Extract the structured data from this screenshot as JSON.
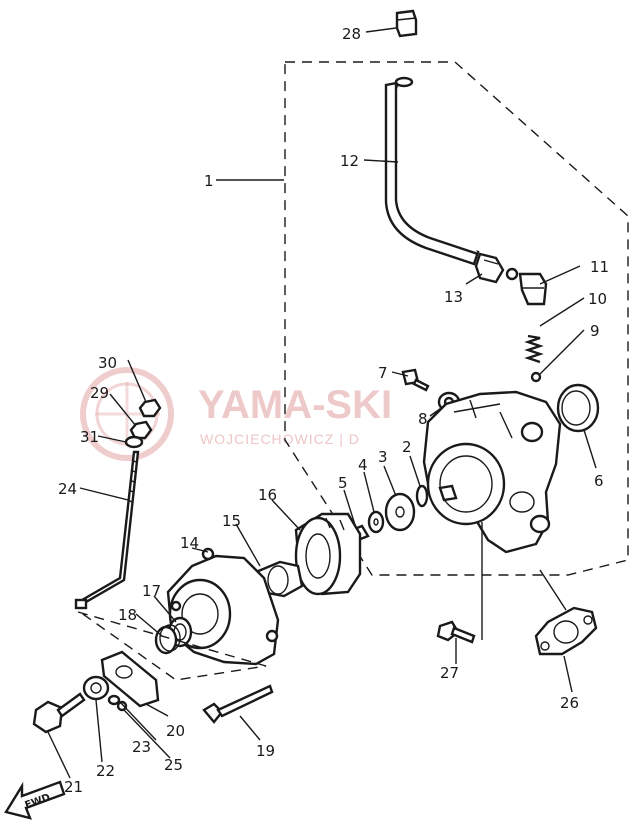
{
  "watermark": {
    "title": "YAMA-SKI",
    "subtitle": "WOJCIECHOWICZ | D",
    "color": "#e9b8b8"
  },
  "fwd_label": "FWD",
  "callouts": {
    "c1": "1",
    "c2": "2",
    "c3": "3",
    "c4": "4",
    "c5": "5",
    "c6": "6",
    "c7": "7",
    "c8": "8",
    "c9": "9",
    "c10": "10",
    "c11": "11",
    "c12": "12",
    "c13": "13",
    "c14": "14",
    "c15": "15",
    "c16": "16",
    "c17": "17",
    "c18": "18",
    "c19": "19",
    "c20": "20",
    "c21": "21",
    "c22": "22",
    "c23": "23",
    "c24": "24",
    "c25": "25",
    "c26": "26",
    "c27": "27",
    "c28": "28",
    "c29": "29",
    "c30": "30",
    "c31": "31"
  },
  "colors": {
    "line": "#1a1a1a",
    "background": "#ffffff"
  }
}
